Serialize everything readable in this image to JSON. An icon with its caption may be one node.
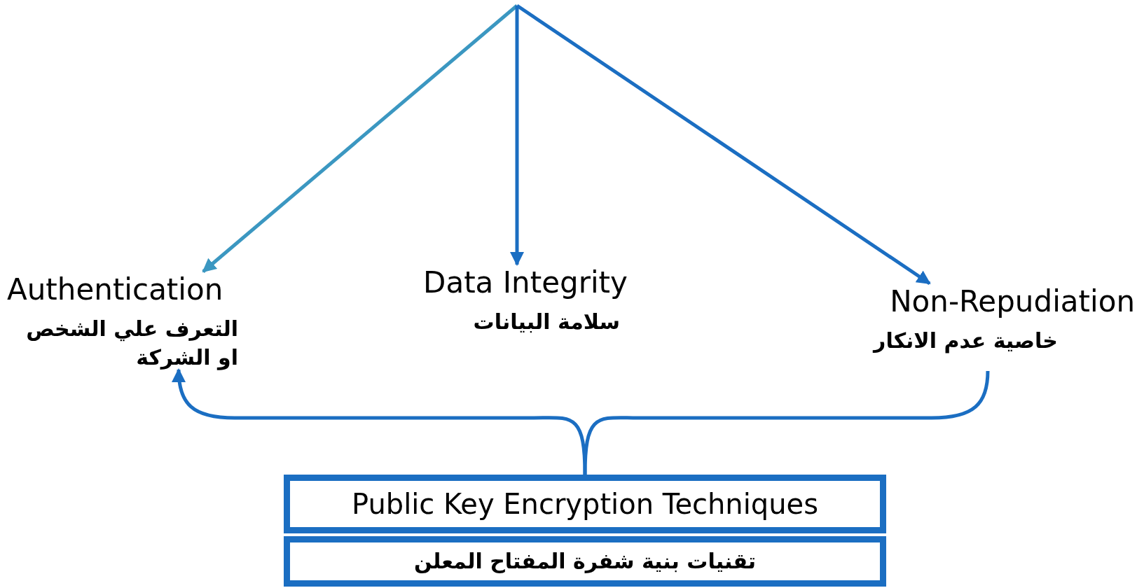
{
  "diagram": {
    "nodes": [
      {
        "text": [
          "Authentication",
          "التعرف علي الشخص او الشركة"
        ]
      },
      {
        "text": [
          "Data Integrity",
          "سلامة البيانات"
        ]
      },
      {
        "text": [
          "Non-Repudiation",
          "خاصية عدم الانكار"
        ]
      },
      {
        "text": [
          "Public Key Encryption Techniques"
        ]
      },
      {
        "text": [
          "تقنيات بنية شفرة المفتاح المعلن"
        ]
      }
    ],
    "edges": [
      {
        "from": null,
        "to": 0,
        "arrow": "to",
        "color": "#3b97c1"
      },
      {
        "from": null,
        "to": 1,
        "arrow": "to"
      },
      {
        "from": null,
        "to": 2,
        "arrow": "to"
      },
      {
        "from": 3,
        "to": 0,
        "arrow": "to"
      },
      {
        "from": 3,
        "to": 2,
        "arrow": "none"
      }
    ]
  }
}
